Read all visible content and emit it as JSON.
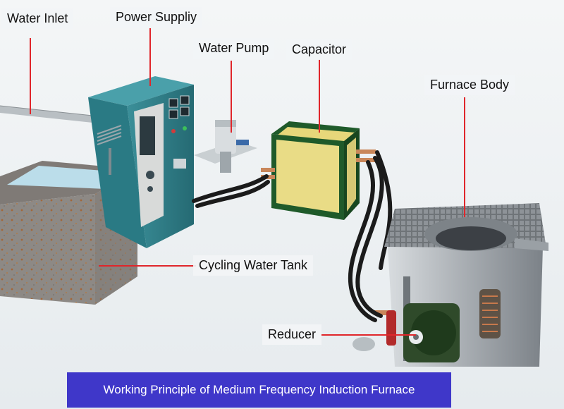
{
  "labels": {
    "water_inlet": "Water Inlet",
    "power_supply": "Power Suppliy",
    "water_pump": "Water Pump",
    "capacitor": "Capacitor",
    "furnace_body": "Furnace Body",
    "cycling_water_tank": "Cycling Water Tank",
    "reducer": "Reducer"
  },
  "caption": "Working Principle of Medium Frequency Induction Furnace",
  "colors": {
    "leader_line": "#e0262b",
    "caption_bg": "#3f37c9",
    "cabinet": "#2f7f88",
    "capacitor_frame": "#1f5a2a",
    "capacitor_panel": "#e7d77a",
    "furnace_body": "#9aa0a6",
    "tank": "#8f8a86",
    "water": "#bfe3f0"
  }
}
